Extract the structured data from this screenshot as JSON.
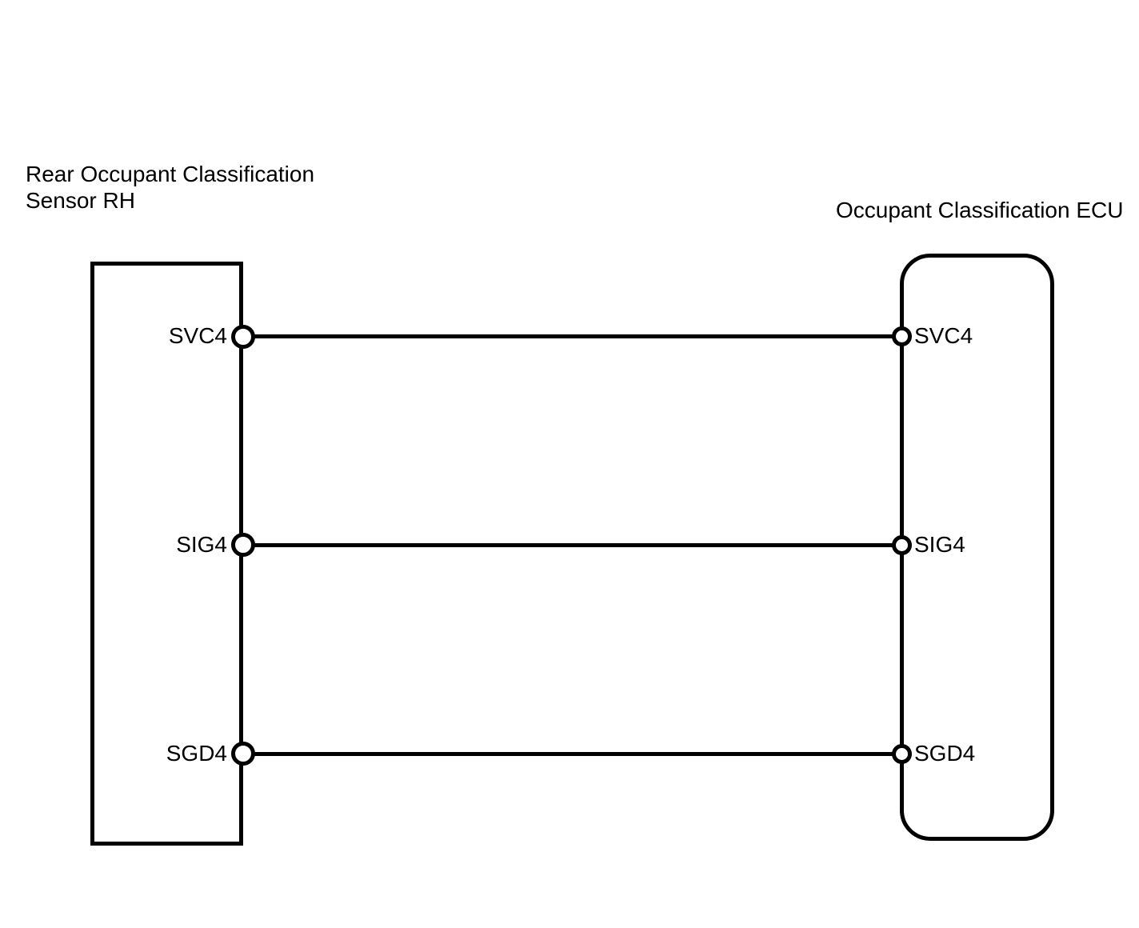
{
  "diagram": {
    "background_color": "#ffffff",
    "line_color": "#000000",
    "left_component": {
      "name_line1": "Rear Occupant Classification",
      "name_line2": "Sensor RH",
      "pins": [
        {
          "label": "SVC4"
        },
        {
          "label": "SIG4"
        },
        {
          "label": "SGD4"
        }
      ]
    },
    "right_component": {
      "name": "Occupant Classification ECU",
      "pins": [
        {
          "label": "SVC4"
        },
        {
          "label": "SIG4"
        },
        {
          "label": "SGD4"
        }
      ]
    },
    "connections": [
      {
        "from": "SVC4",
        "to": "SVC4"
      },
      {
        "from": "SIG4",
        "to": "SIG4"
      },
      {
        "from": "SGD4",
        "to": "SGD4"
      }
    ]
  }
}
